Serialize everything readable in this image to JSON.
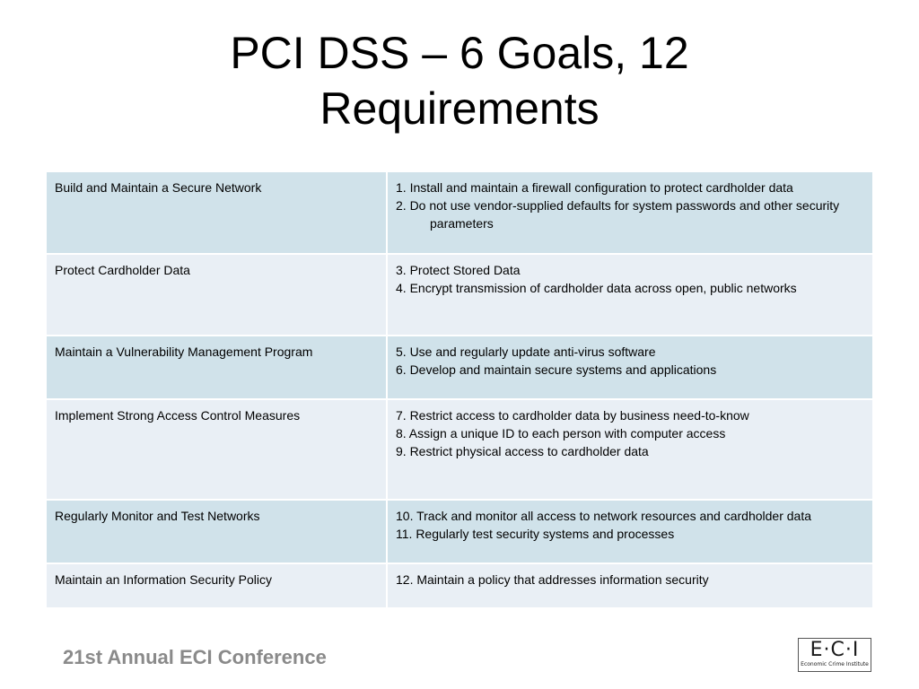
{
  "slide": {
    "title_line1": "PCI DSS – 6 Goals, 12",
    "title_line2": "Requirements"
  },
  "table": {
    "rows": [
      {
        "goal": "Build and Maintain a Secure Network",
        "requirements": [
          "1. Install and maintain a firewall configuration to protect cardholder data",
          "2. Do not use vendor-supplied defaults for system passwords and other security parameters"
        ]
      },
      {
        "goal": "Protect Cardholder Data",
        "requirements": [
          "3. Protect Stored Data",
          "4. Encrypt transmission of cardholder data across open, public networks"
        ]
      },
      {
        "goal": "Maintain a Vulnerability Management Program",
        "requirements": [
          "5. Use and regularly update anti-virus software",
          "6. Develop and maintain secure systems and applications"
        ]
      },
      {
        "goal": "Implement Strong Access Control Measures",
        "requirements": [
          "7. Restrict access to cardholder data by business need-to-know",
          "8. Assign a unique ID to each person with computer access",
          "9. Restrict physical access to cardholder data"
        ]
      },
      {
        "goal": "Regularly Monitor and Test Networks",
        "requirements": [
          "10. Track and monitor all access to network resources and cardholder data",
          "11. Regularly test security systems and processes"
        ]
      },
      {
        "goal": "Maintain an Information Security Policy",
        "requirements": [
          "12. Maintain a policy that addresses information security"
        ]
      }
    ]
  },
  "footer": {
    "text": "21st Annual ECI Conference"
  },
  "logo": {
    "mark": "E·C·I",
    "subtitle": "Economic Crime Institute"
  },
  "colors": {
    "row_dark": "#d0e2ea",
    "row_light": "#e9eff5",
    "footer_text": "#8a8a8a"
  }
}
